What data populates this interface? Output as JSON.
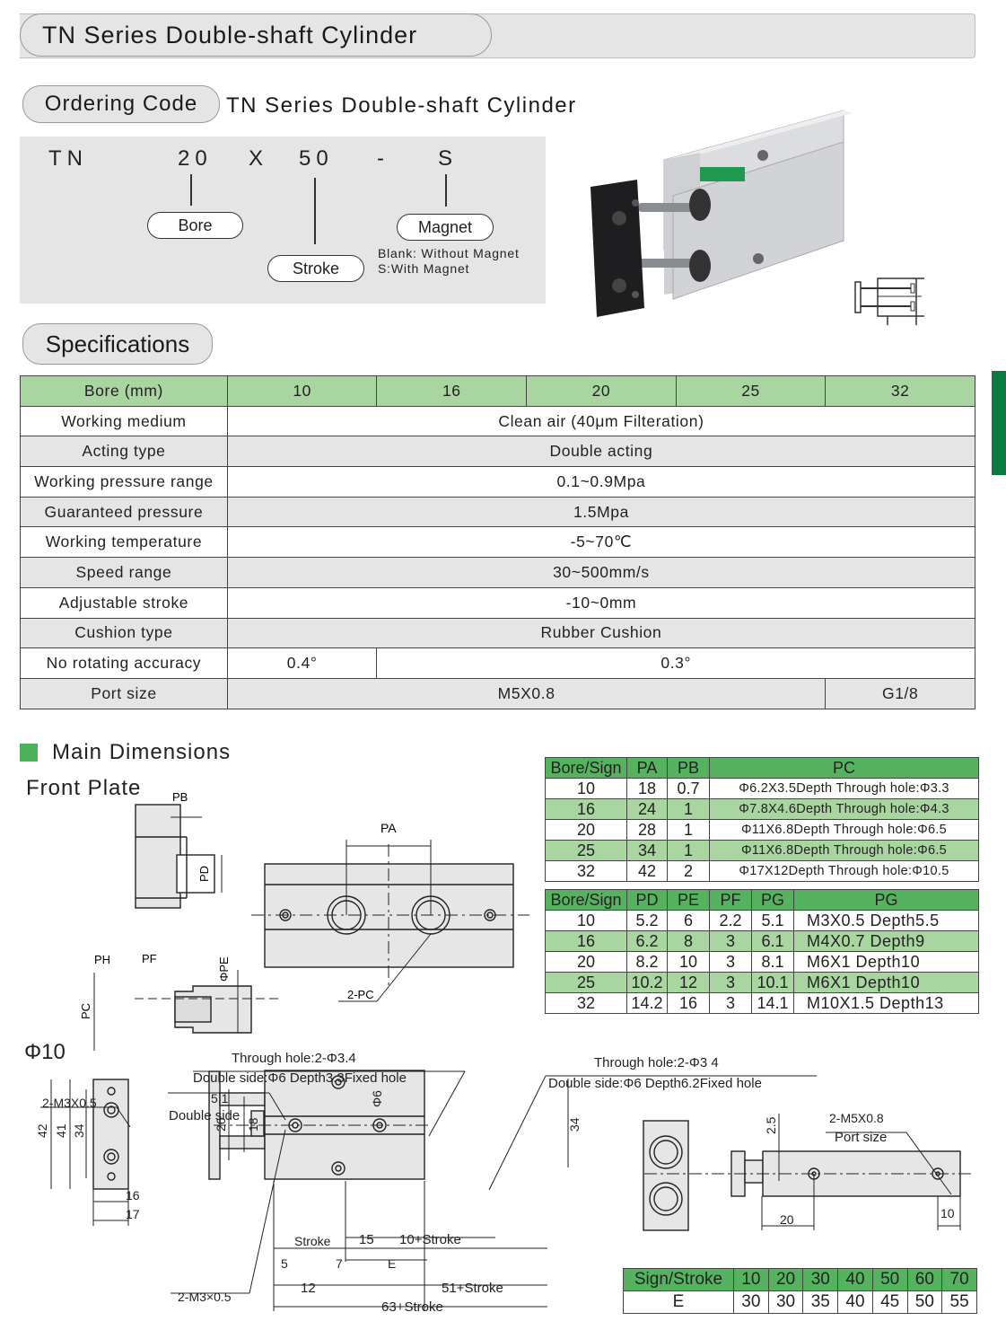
{
  "header": {
    "title": "TN Series Double-shaft Cylinder"
  },
  "ordering_code": {
    "section_label": "Ordering Code",
    "section_title": "TN Series Double-shaft Cylinder",
    "parts": {
      "series": "TN",
      "bore": "20",
      "sep1": "X",
      "stroke": "50",
      "sep2": "-",
      "magnet": "S"
    },
    "labels": {
      "bore": "Bore",
      "stroke": "Stroke",
      "magnet": "Magnet"
    },
    "magnet_notes": [
      "Blank: Without Magnet",
      "S:With Magnet"
    ]
  },
  "specifications": {
    "section_label": "Specifications",
    "header": [
      "Bore (mm)",
      "10",
      "16",
      "20",
      "25",
      "32"
    ],
    "rows": [
      {
        "label": "Working medium",
        "value": "Clean air (40μm Filteration)"
      },
      {
        "label": "Acting type",
        "value": "Double  acting"
      },
      {
        "label": "Working pressure range",
        "value": "0.1~0.9Mpa"
      },
      {
        "label": "Guaranteed pressure",
        "value": "1.5Mpa"
      },
      {
        "label": "Working temperature",
        "value": "-5~70℃"
      },
      {
        "label": "Speed range",
        "value": "30~500mm/s"
      },
      {
        "label": "Adjustable stroke",
        "value": "-10~0mm"
      },
      {
        "label": "Cushion type",
        "value": "Rubber Cushion"
      }
    ],
    "rotating": {
      "label": "No rotating accuracy",
      "bore10": "0.4°",
      "others": "0.3°"
    },
    "port": {
      "label": "Port size",
      "small": "M5X0.8",
      "bore32": "G1/8"
    }
  },
  "main_dimensions": {
    "title": "Main Dimensions",
    "front_plate_title": "Front Plate",
    "front_plate_labels": {
      "pb": "PB",
      "pd": "PD",
      "pa": "PA",
      "ph": "PH",
      "pf": "PF",
      "pe": "ΦPE",
      "pc": "PC",
      "two_pc": "2-PC"
    },
    "pc_table": {
      "header": [
        "Bore/Sign",
        "PA",
        "PB",
        "PC"
      ],
      "rows": [
        [
          "10",
          "18",
          "0.7",
          "Φ6.2X3.5Depth Through hole:Φ3.3"
        ],
        [
          "16",
          "24",
          "1",
          "Φ7.8X4.6Depth Through hole:Φ4.3"
        ],
        [
          "20",
          "28",
          "1",
          "Φ11X6.8Depth Through hole:Φ6.5"
        ],
        [
          "25",
          "34",
          "1",
          "Φ11X6.8Depth Through hole:Φ6.5"
        ],
        [
          "32",
          "42",
          "2",
          "Φ17X12Depth Through hole:Φ10.5"
        ]
      ]
    },
    "pd_table": {
      "header": [
        "Bore/Sign",
        "PD",
        "PE",
        "PF",
        "PG",
        "PG"
      ],
      "rows": [
        [
          "10",
          "5.2",
          "6",
          "2.2",
          "5.1",
          "M3X0.5   Depth5.5"
        ],
        [
          "16",
          "6.2",
          "8",
          "3",
          "6.1",
          "M4X0.7   Depth9"
        ],
        [
          "20",
          "8.2",
          "10",
          "3",
          "8.1",
          "M6X1       Depth10"
        ],
        [
          "25",
          "10.2",
          "12",
          "3",
          "10.1",
          "M6X1       Depth10"
        ],
        [
          "32",
          "14.2",
          "16",
          "3",
          "14.1",
          "M10X1.5 Depth13"
        ]
      ]
    },
    "phi10": {
      "title": "Φ10",
      "labels": {
        "m3_top": "2-M3X0.5",
        "d42": "42",
        "d41": "41",
        "d34": "34",
        "d16": "16",
        "d17": "17",
        "through1": "Through hole:2-Φ3.4",
        "double1": "Double side:Φ6 Depth3.3Fixed hole",
        "d51": "5.1",
        "double_side": "Double side",
        "d26": "26",
        "d18": "18",
        "phi6": "Φ6",
        "d34b": "34",
        "stroke": "Stroke",
        "d15": "15",
        "ten_stroke": "10+Stroke",
        "d5": "5",
        "d7": "7",
        "e": "E",
        "d12": "12",
        "fifty1": "51+Stroke",
        "sixty3": "63+Stroke",
        "m3_bottom": "2-M3×0.5",
        "through2": "Through hole:2-Φ3 4",
        "double2": "Double side:Φ6 Depth6.2Fixed hole",
        "d25": "2.5",
        "m5": "2-M5X0.8",
        "port": "Port size",
        "d20": "20",
        "d10": "10"
      }
    },
    "e_table": {
      "header": [
        "Sign/Stroke",
        "10",
        "20",
        "30",
        "40",
        "50",
        "60",
        "70"
      ],
      "row": [
        "E",
        "30",
        "30",
        "35",
        "40",
        "45",
        "50",
        "55"
      ]
    }
  }
}
